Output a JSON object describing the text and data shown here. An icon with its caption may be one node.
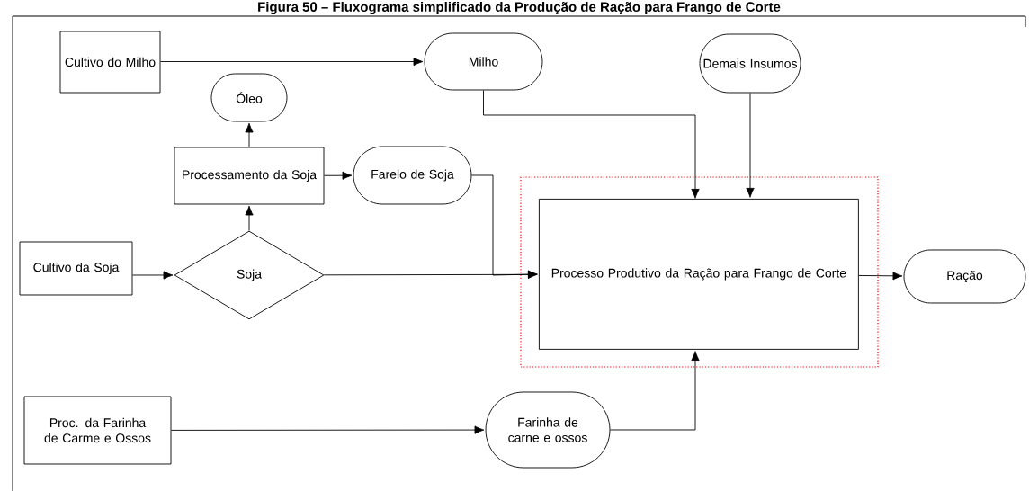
{
  "diagram": {
    "title": "Figura 50 – Fluxograma simplificado da Produção de Ração para Frango de Corte",
    "nodes": [
      {
        "text": [
          "Cultivo do Milho"
        ]
      },
      {
        "text": [
          "Milho"
        ]
      },
      {
        "text": [
          "Demais Insumos"
        ]
      },
      {
        "text": [
          "Óleo"
        ]
      },
      {
        "text": [
          "Processamento da Soja"
        ]
      },
      {
        "text": [
          "Farelo de Soja"
        ]
      },
      {
        "text": [
          "Cultivo da Soja"
        ]
      },
      {
        "text": [
          "Soja"
        ]
      },
      {
        "text": [],
        "shape": "box"
      },
      {
        "text": [
          "Processo Produtivo da Ração para Frango de Corte"
        ],
        "in": 8
      },
      {
        "text": [
          "Ração"
        ]
      },
      {
        "text": [
          "Proc. da Farinha de Carme e Ossos"
        ]
      },
      {
        "text": [
          "Farinha de carne e ossos"
        ]
      }
    ],
    "edges": [
      {
        "from": 0,
        "to": 1,
        "arrow": "to"
      },
      {
        "from": 1,
        "to": 9,
        "arrow": "to"
      },
      {
        "from": 2,
        "to": 9,
        "arrow": "to"
      },
      {
        "from": 4,
        "to": 3,
        "arrow": "to"
      },
      {
        "from": 4,
        "to": 5,
        "arrow": "to"
      },
      {
        "from": 7,
        "to": 4,
        "arrow": "to"
      },
      {
        "from": 6,
        "to": 7,
        "arrow": "to"
      },
      {
        "from": 7,
        "to": 9,
        "arrow": "to"
      },
      {
        "from": 5,
        "to": 9,
        "arrow": "to"
      },
      {
        "from": 9,
        "to": 10,
        "arrow": "to"
      },
      {
        "from": 11,
        "to": 12,
        "arrow": "to"
      },
      {
        "from": 12,
        "to": 9,
        "arrow": "to"
      }
    ]
  }
}
